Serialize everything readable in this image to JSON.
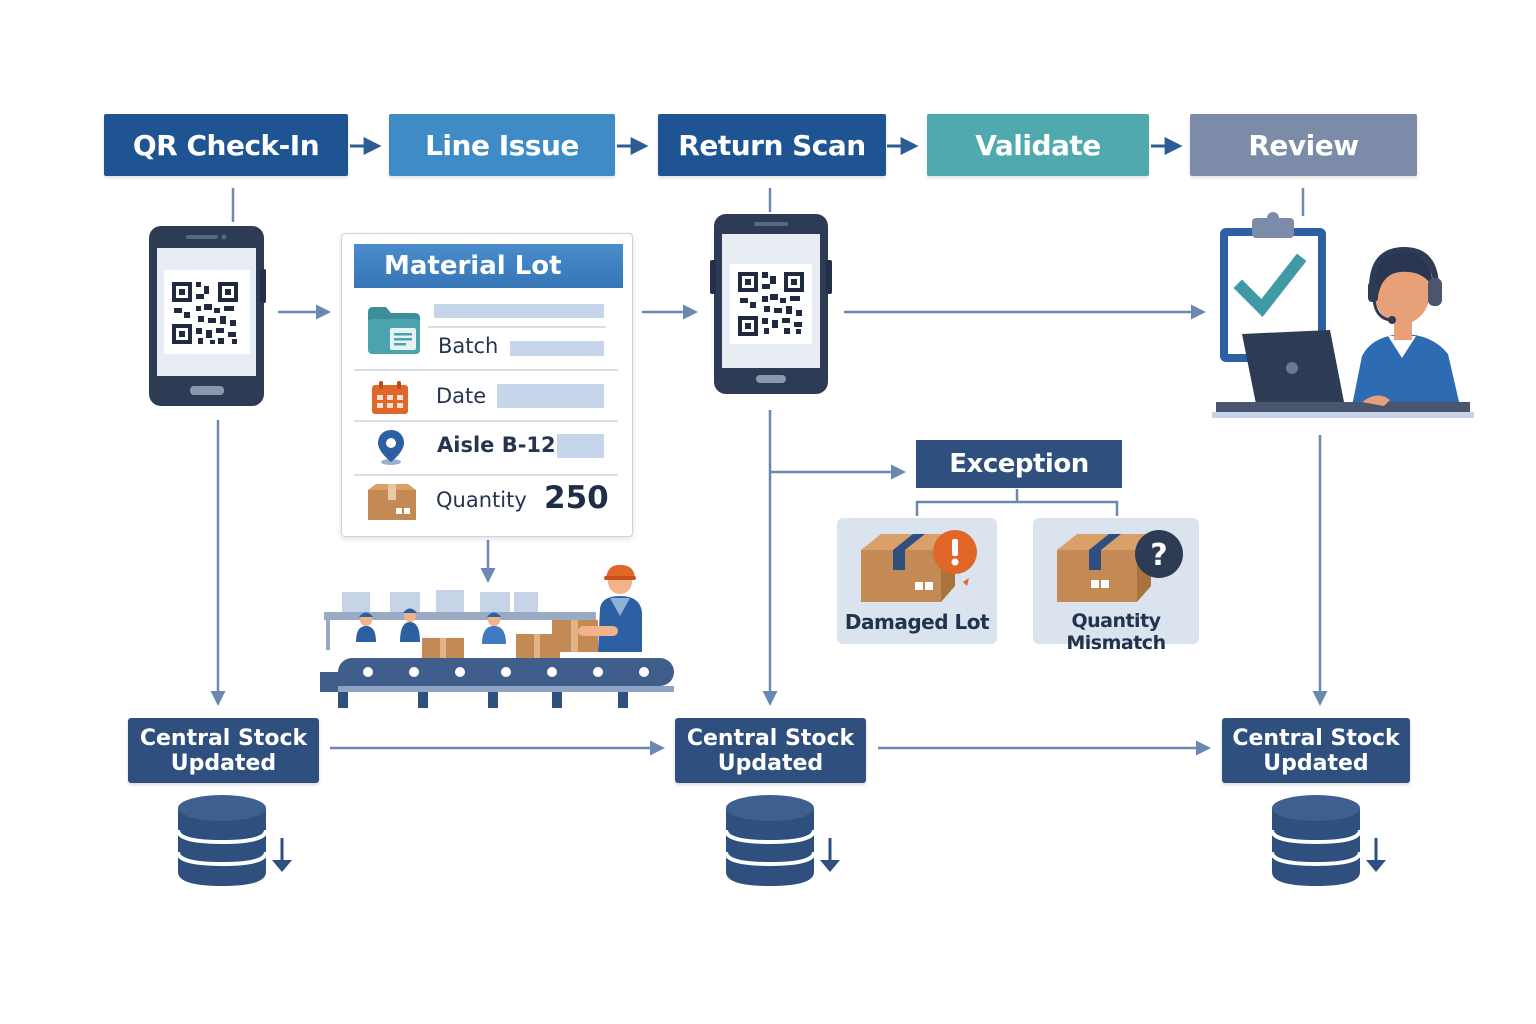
{
  "steps": [
    {
      "label": "QR Check-In",
      "color": "#1f5493"
    },
    {
      "label": "Line Issue",
      "color": "#3e8bc6"
    },
    {
      "label": "Return Scan",
      "color": "#1f5493"
    },
    {
      "label": "Validate",
      "color": "#4fa9ad"
    },
    {
      "label": "Review",
      "color": "#7c8ba8"
    }
  ],
  "material_lot": {
    "title": "Material Lot",
    "rows": {
      "batch": "Batch",
      "date": "Date",
      "aisle": "Aisle B-12",
      "quantity_label": "Quantity",
      "quantity_value": "250"
    }
  },
  "exception": {
    "title": "Exception",
    "items": [
      {
        "label": "Damaged Lot",
        "icon": "exclamation-icon"
      },
      {
        "label": "Quantity Mismatch",
        "icon": "question-icon"
      }
    ]
  },
  "stock_updates": [
    {
      "line1": "Central Stock",
      "line2": "Updated"
    },
    {
      "line1": "Central Stock",
      "line2": "Updated"
    },
    {
      "line1": "Central Stock",
      "line2": "Updated"
    }
  ],
  "colors": {
    "navy": "#2f4f7f",
    "arrow": "#6b88b0",
    "accent_orange": "#e0662a",
    "box_brown": "#c48a55"
  }
}
